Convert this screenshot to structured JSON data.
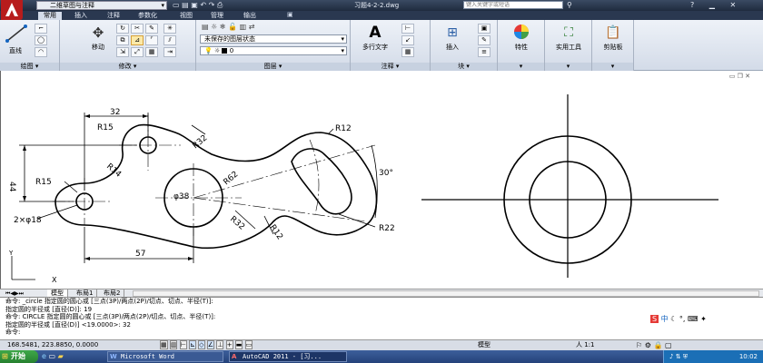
{
  "title_bar": {
    "workspace": "二维草图与注释",
    "filename": "习题4-2-2.dwg",
    "search_placeholder": "键入关键字或短语"
  },
  "ribbon_tabs": [
    "常用",
    "插入",
    "注释",
    "参数化",
    "视图",
    "管理",
    "输出"
  ],
  "ribbon": {
    "draw": {
      "line_label": "直线",
      "panel_label": "绘图"
    },
    "modify": {
      "move_label": "移动",
      "panel_label": "修改"
    },
    "layer": {
      "state_label": "未保存的图层状态",
      "current_layer": "0",
      "panel_label": "图层"
    },
    "annotation": {
      "mtext_label": "多行文字",
      "panel_label": "注释"
    },
    "block": {
      "insert_label": "插入",
      "panel_label": "块"
    },
    "properties": {
      "label": "特性"
    },
    "utilities": {
      "label": "实用工具"
    },
    "clipboard": {
      "label": "剪贴板"
    }
  },
  "drawing": {
    "dims": {
      "d32": "32",
      "r15_top": "R15",
      "r32": "R32",
      "d44": "44",
      "r14": "R14",
      "r15_left": "R15",
      "phi38": "φ38",
      "r62": "R62",
      "r32_low": "R32",
      "r12_low": "R12",
      "r12_top": "R12",
      "angle30": "30°",
      "r22": "R22",
      "holes": "2×φ18",
      "d57": "57"
    },
    "ucs": {
      "y": "Y",
      "x": "X"
    }
  },
  "layout_tabs": [
    "模型",
    "布局1",
    "布局2"
  ],
  "command_lines": [
    "命令: _circle 指定圆的圆心或 [三点(3P)/两点(2P)/切点、切点、半径(T)]:",
    "指定圆的半径或 [直径(D)]: 19",
    "命令: CIRCLE 指定圆的圆心或 [三点(3P)/两点(2P)/切点、切点、半径(T)]:",
    "指定圆的半径或 [直径(D)] <19.0000>: 32",
    "命令:"
  ],
  "status": {
    "coords": "168.5481, 223.8850, 0.0000",
    "mode": "模型",
    "scale": "人 1:1"
  },
  "taskbar": {
    "start": "开始",
    "task1": "Microsoft Word",
    "task2": "AutoCAD 2011 - [习...",
    "time": "10:02"
  }
}
